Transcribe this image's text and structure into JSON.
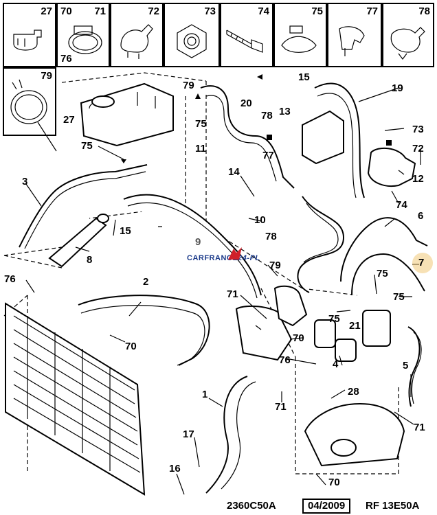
{
  "parts_grid": [
    {
      "num": "27"
    },
    {
      "num": "71",
      "num_left": "70",
      "sub": "76"
    },
    {
      "num": "72"
    },
    {
      "num": "73"
    },
    {
      "num": "74"
    },
    {
      "num": "75"
    },
    {
      "num": "77"
    },
    {
      "num": "78"
    },
    {
      "num": "79"
    }
  ],
  "callouts": [
    "79",
    "15",
    "19",
    "20",
    "13",
    "75",
    "78",
    "73",
    "27",
    "72",
    "11",
    "77",
    "75",
    "12",
    "3",
    "14",
    "74",
    "15",
    "10",
    "6",
    "8",
    "78",
    "9",
    "7",
    "79",
    "76",
    "71",
    "75",
    "75",
    "2",
    "70",
    "21",
    "70",
    "76",
    "4",
    "5",
    "1",
    "71",
    "28",
    "71",
    "17",
    "16",
    "70"
  ],
  "watermark": {
    "part1": "CARFRANCE",
    "part2": "24-PL"
  },
  "footer": {
    "code": "2360C50A",
    "date": "04/2009",
    "ref": "RF 13E50A"
  },
  "colors": {
    "ink": "#000000",
    "highlight": "#f0c878",
    "watermark_red": "#d0202a",
    "watermark_blue": "#1b3a8a"
  }
}
